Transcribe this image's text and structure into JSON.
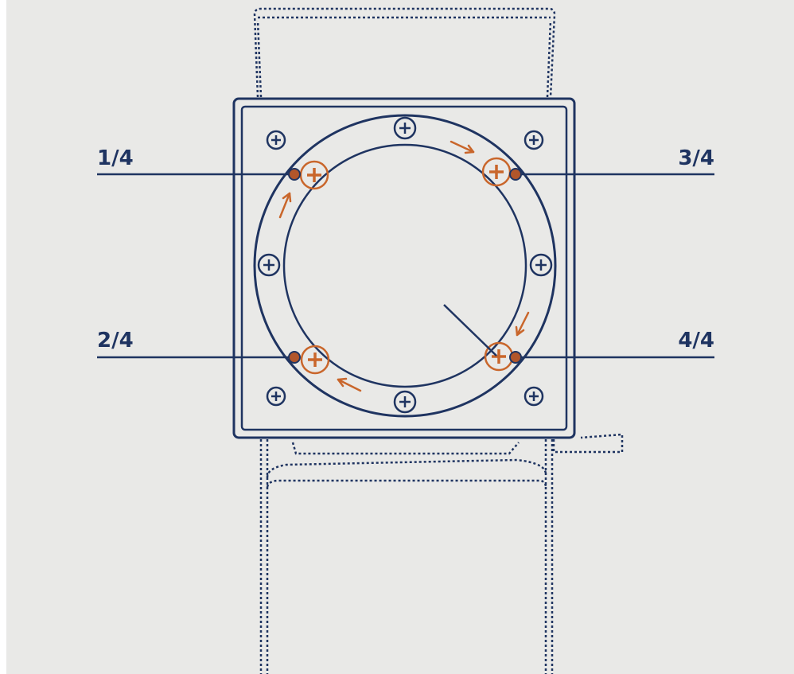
{
  "labels": {
    "q1": "1/4",
    "q2": "2/4",
    "q3": "3/4",
    "q4": "4/4"
  },
  "colors": {
    "background": "#e9e9e7",
    "navy": "#1f3461",
    "orange": "#c9662b",
    "dot": "#b2562a"
  }
}
